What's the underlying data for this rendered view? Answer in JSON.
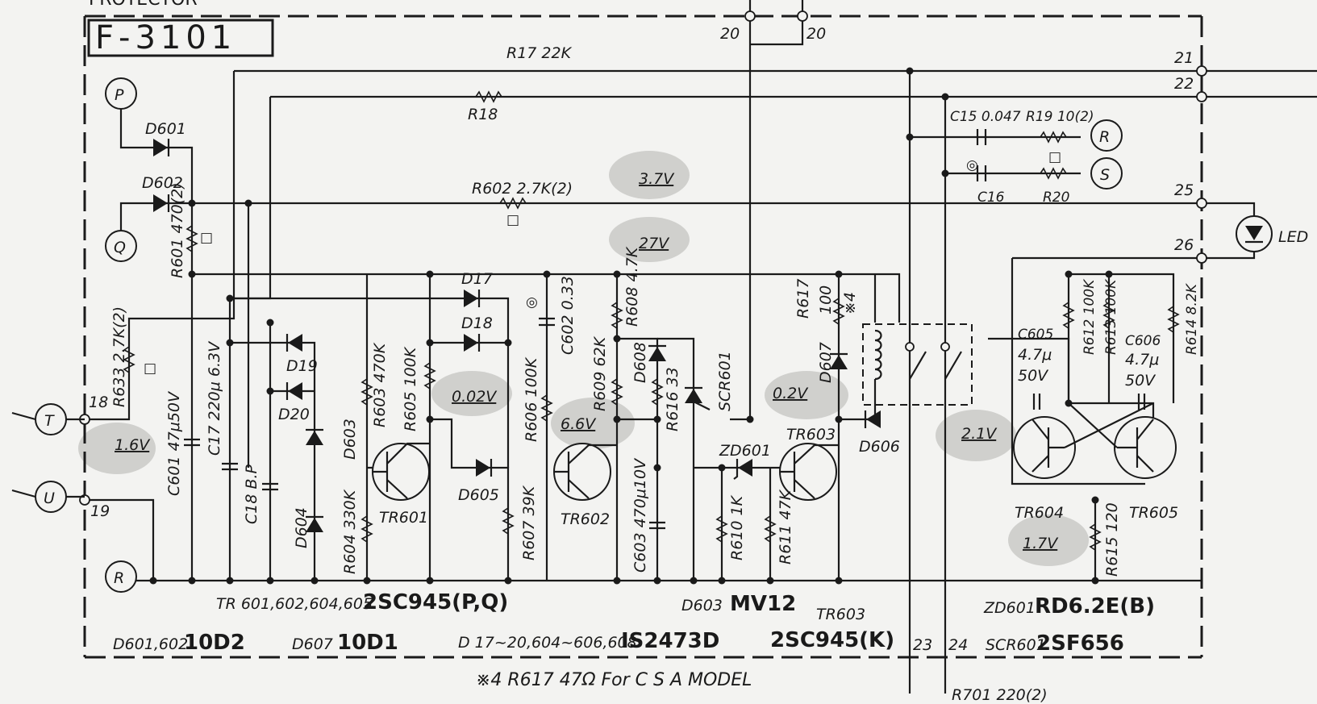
{
  "header": {
    "section": "PROTECTOR",
    "board": "F-3101"
  },
  "terminals": {
    "P": "P",
    "Q": "Q",
    "T": "T",
    "U": "U",
    "R_left": "R",
    "R_right": "R",
    "S": "S",
    "n18": "18",
    "n19": "19",
    "n20a": "20",
    "n20b": "20",
    "n21": "21",
    "n22": "22",
    "n23": "23",
    "n24": "24",
    "n25": "25",
    "n26": "26"
  },
  "components": {
    "r17": "R17 22K",
    "r18": "R18",
    "c15": "C15 0.047",
    "r19": "R19 10(2)",
    "c16": "C16",
    "r20": "R20",
    "r602": "R602 2.7K(2)",
    "led": "LED",
    "d601": "D601",
    "d602": "D602",
    "r601": "R601 470(2)",
    "r633": "R633 2.7K(2)",
    "c601": "C601 47μ50V",
    "c17": "C17 220μ 6.3V",
    "c18": "C18 B.P",
    "d19": "D19",
    "d20": "D20",
    "d603": "D603",
    "d604": "D604",
    "r603": "R603 470K",
    "r604": "R604 330K",
    "r605": "R605 100K",
    "d17": "D17",
    "d18": "D18",
    "c602": "C602 0.33",
    "r606": "R606 100K",
    "r607": "R607 39K",
    "d605": "D605",
    "tr601": "TR601",
    "tr602": "TR602",
    "r608": "R608 4.7K",
    "r609": "R609 62K",
    "d608": "D608",
    "r616": "R616 33",
    "c603": "C603 470μ10V",
    "scr601": "SCR601",
    "zd601": "ZD601",
    "r610": "R610 1K",
    "r611": "R611 47K",
    "r617": "R617",
    "r617v": "100",
    "note4": "※4",
    "d607": "D607",
    "tr603": "TR603",
    "d606": "D606",
    "c605": "C605",
    "c605v": "4.7μ",
    "c605v2": "50V",
    "c606": "C606",
    "c606v": "4.7μ",
    "c606v2": "50V",
    "r612": "R612 100K",
    "r613": "R613 100K",
    "r614": "R614 8.2K",
    "r615": "R615 120",
    "tr604": "TR604",
    "tr605": "TR605"
  },
  "voltages": {
    "v37": "3.7V",
    "v27": "27V",
    "v002": "0.02V",
    "v66": "6.6V",
    "v02": "0.2V",
    "v16": "1.6V",
    "v21": "2.1V",
    "v17": "1.7V"
  },
  "legend": {
    "tr_pre": "TR 601,602,604,605",
    "tr_val": "2SC945(P,Q)",
    "d603_pre": "D603",
    "d603_val": "MV12",
    "tr603_pre": "TR603",
    "tr603_val": "2SC945(K)",
    "zd_pre": "ZD601",
    "zd_val": "RD6.2E(B)",
    "d601_pre": "D601,602",
    "d601_val": "10D2",
    "d607_pre": "D607",
    "d607_val": "10D1",
    "d17_pre": "D 17~20,604~606,608",
    "d17_val": "IS2473D",
    "scr_pre": "SCR601",
    "scr_val": "2SF656",
    "footnote": "※4 R617 47Ω For C S A MODEL",
    "r701": "R701 220(2)"
  },
  "symbols": {
    "square_mark": "□",
    "circle_mark": "◎"
  }
}
